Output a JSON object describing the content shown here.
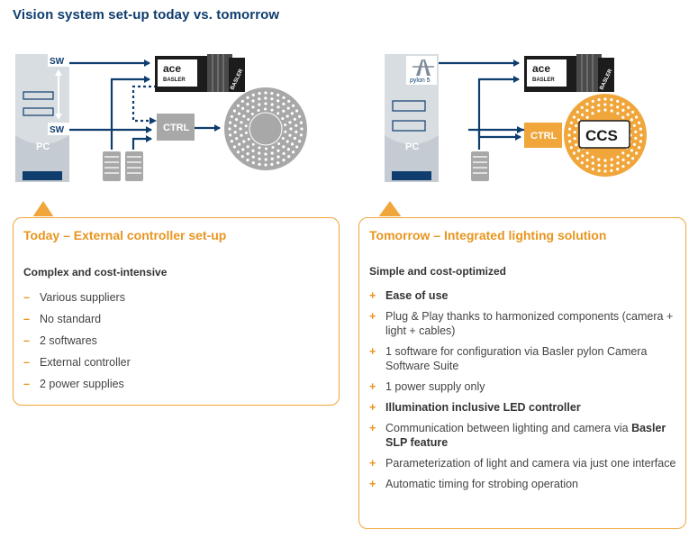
{
  "title": "Vision system set-up today vs. tomorrow",
  "diagram_left": {
    "sw_top": "SW",
    "sw_bottom": "SW",
    "pc": "PC",
    "ctrl": "CTRL",
    "camera_brand": "ace",
    "camera_maker": "BASLER",
    "camera_side": "BASLER"
  },
  "diagram_right": {
    "pylon": "pylon 5",
    "pc": "PC",
    "ctrl": "CTRL",
    "camera_brand": "ace",
    "camera_maker": "BASLER",
    "camera_side": "BASLER",
    "ccs_logo": "CCS"
  },
  "colors": {
    "navy": "#0f3d6e",
    "orange": "#f0a63b",
    "orange_text": "#e8951e",
    "gray": "#a8a8a8",
    "pc_gray": "#d8dde2"
  },
  "today": {
    "title": "Today – External controller set-up",
    "subtitle": "Complex and cost-intensive",
    "items": [
      {
        "mark": "–",
        "text": "Various suppliers"
      },
      {
        "mark": "–",
        "text": "No standard"
      },
      {
        "mark": "–",
        "text": "2 softwares"
      },
      {
        "mark": "–",
        "text": "External controller"
      },
      {
        "mark": "–",
        "text": "2 power supplies"
      }
    ]
  },
  "tomorrow": {
    "title": "Tomorrow – Integrated lighting solution",
    "subtitle": "Simple and cost-optimized",
    "items": [
      {
        "mark": "+",
        "parts": [
          {
            "text": "Ease of use",
            "bold": true
          }
        ]
      },
      {
        "mark": "+",
        "parts": [
          {
            "text": "Plug & Play thanks to harmonized components (camera + light + cables)",
            "bold": false
          }
        ]
      },
      {
        "mark": "+",
        "parts": [
          {
            "text": "1 software for configuration via Basler pylon Camera Software Suite",
            "bold": false
          }
        ]
      },
      {
        "mark": "+",
        "parts": [
          {
            "text": "1 power supply only",
            "bold": false
          }
        ]
      },
      {
        "mark": "+",
        "parts": [
          {
            "text": "Illumination inclusive LED controller",
            "bold": true
          }
        ]
      },
      {
        "mark": "+",
        "parts": [
          {
            "text": "Communication between lighting and camera via ",
            "bold": false
          },
          {
            "text": "Basler SLP feature",
            "bold": true
          }
        ]
      },
      {
        "mark": "+",
        "parts": [
          {
            "text": "Parameterization of light and camera via just one interface",
            "bold": false
          }
        ]
      },
      {
        "mark": "+",
        "parts": [
          {
            "text": "Automatic timing for strobing operation",
            "bold": false
          }
        ]
      }
    ]
  }
}
